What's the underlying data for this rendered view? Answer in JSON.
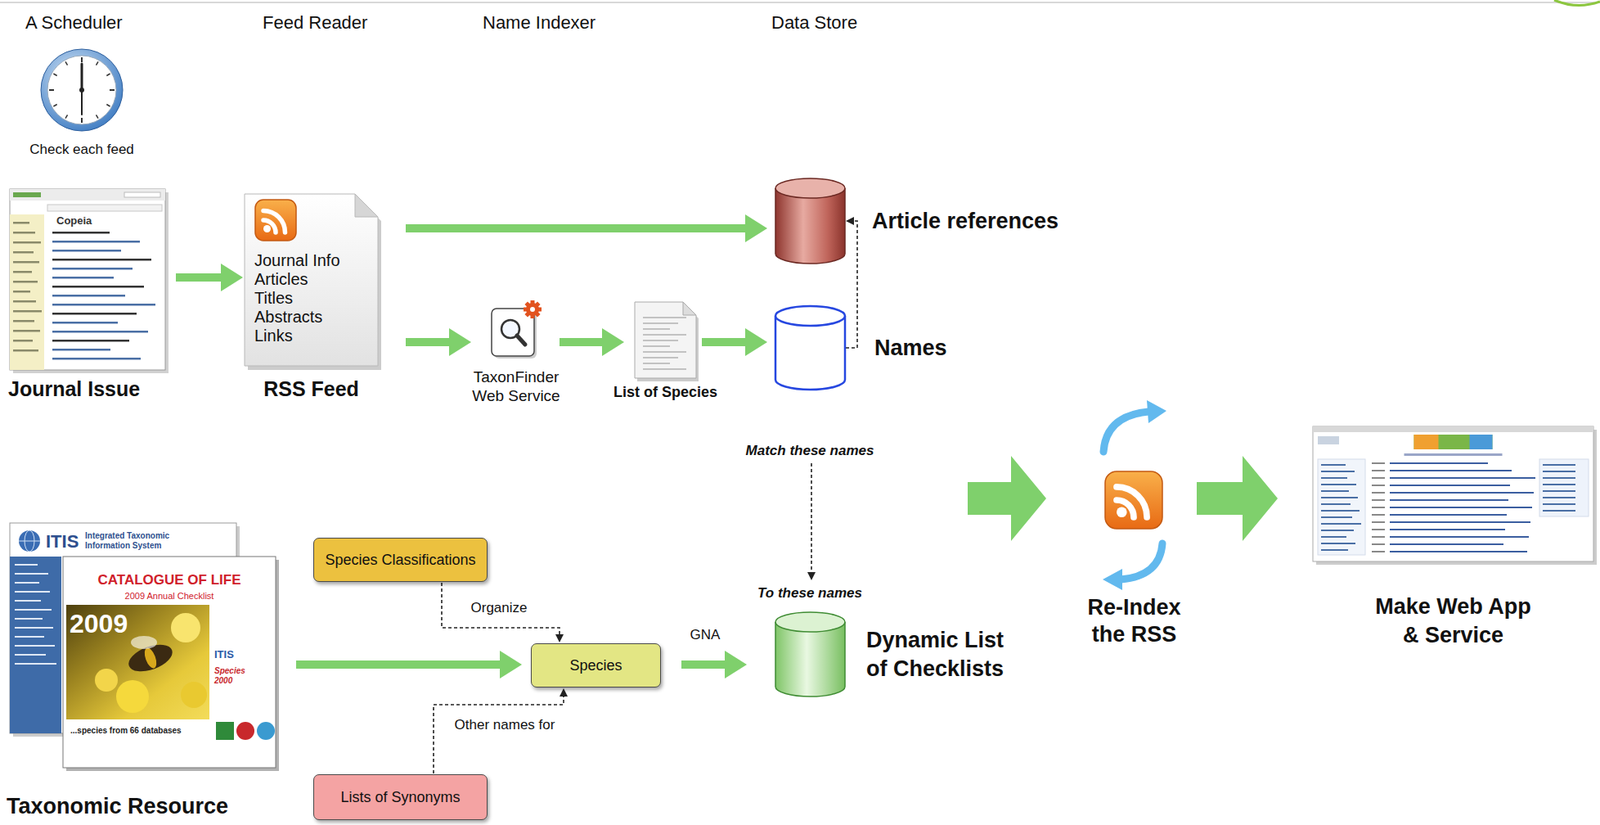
{
  "diagram": {
    "nodes": [
      {
        "text": [
          "Journal Issue"
        ]
      },
      {
        "text": [
          "Journal Info",
          "Articles",
          "Titles",
          "Abstracts",
          "Links",
          "RSS Feed"
        ]
      },
      {
        "text": [
          "Article references"
        ]
      },
      {
        "text": [
          "TaxonFinder Web Service"
        ]
      },
      {
        "text": [
          "List of Species"
        ]
      },
      {
        "text": [
          "Names"
        ]
      },
      {
        "text": [
          "Re-Index the RSS"
        ]
      },
      {
        "text": [
          "Make Web App & Service"
        ]
      },
      {
        "text": [
          "Species Classifications"
        ]
      },
      {
        "text": [
          "Taxonomic Resource"
        ]
      },
      {
        "text": [
          "Species"
        ]
      },
      {
        "text": [
          "Dynamic List of Checklists"
        ]
      },
      {
        "text": [
          "Lists of Synonyms"
        ]
      }
    ],
    "edges": [
      {
        "from": 0,
        "to": 1,
        "arrow": "to"
      },
      {
        "from": 1,
        "to": 2,
        "arrow": "to"
      },
      {
        "from": 1,
        "to": 3,
        "arrow": "to"
      },
      {
        "from": 3,
        "to": 4,
        "arrow": "to"
      },
      {
        "from": 4,
        "to": 5,
        "arrow": "to"
      },
      {
        "from": 5,
        "to": 2,
        "arrow": "to"
      },
      {
        "from": 6,
        "to": 7,
        "arrow": "to"
      },
      {
        "from": 9,
        "to": 10,
        "arrow": "to"
      },
      {
        "from": 8,
        "to": 10,
        "label": "Organize",
        "arrow": "to"
      },
      {
        "from": 12,
        "to": 10,
        "label": "Other names for",
        "arrow": "to"
      },
      {
        "from": 10,
        "to": 11,
        "label": "GNA",
        "arrow": "to"
      }
    ],
    "labels": [
      "A Scheduler",
      "Feed Reader",
      "Name Indexer",
      "Data Store",
      "Check each feed",
      "Match these names",
      "To these names",
      "Copeia",
      "ITIS",
      "Integrated Taxonomic Information System",
      "CATALOGUE OF LIFE",
      "2009 Annual Checklist",
      "2009",
      "...species from 66 databases",
      "ITIS",
      "Species 2000"
    ]
  }
}
